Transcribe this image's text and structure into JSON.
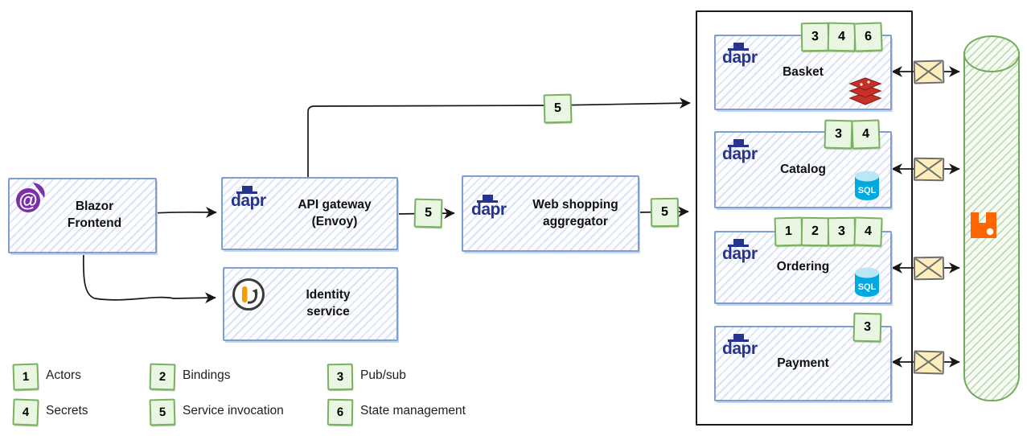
{
  "nodes": {
    "blazor": {
      "label": "Blazor\nFrontend"
    },
    "api_gateway": {
      "label": "API gateway\n(Envoy)"
    },
    "identity": {
      "label": "Identity\nservice"
    },
    "aggregator": {
      "label": "Web shopping\naggregator"
    }
  },
  "services": [
    {
      "name": "Basket",
      "badges": [
        "3",
        "4",
        "6"
      ],
      "datastore": "redis"
    },
    {
      "name": "Catalog",
      "badges": [
        "3",
        "4"
      ],
      "datastore": "sql"
    },
    {
      "name": "Ordering",
      "badges": [
        "1",
        "2",
        "3",
        "4"
      ],
      "datastore": "sql"
    },
    {
      "name": "Payment",
      "badges": [
        "3"
      ],
      "datastore": "none"
    }
  ],
  "connector_badges": {
    "gateway_to_services": "5",
    "gateway_to_aggregator": "5",
    "aggregator_to_services": "5"
  },
  "legend": [
    {
      "number": "1",
      "label": "Actors"
    },
    {
      "number": "2",
      "label": "Bindings"
    },
    {
      "number": "3",
      "label": "Pub/sub"
    },
    {
      "number": "4",
      "label": "Secrets"
    },
    {
      "number": "5",
      "label": "Service invocation"
    },
    {
      "number": "6",
      "label": "State management"
    }
  ],
  "dapr_text": "dapr",
  "sql_label": "SQL",
  "icon_names": [
    "blazor-icon",
    "dapr-logo",
    "identity-server-icon",
    "redis-icon",
    "sql-database-icon",
    "rabbitmq-icon",
    "message-envelope-icon",
    "message-bus-cylinder"
  ],
  "colors": {
    "dapr_navy": "#26348e",
    "box_blue_border": "#7e9fd4",
    "badge_green_fill": "#e9f7e2",
    "badge_green_border": "#7ab061",
    "cylinder_green": "#72ac58",
    "rabbitmq_orange": "#ff6600",
    "redis_red": "#c6302b",
    "sql_blue": "#00a9e0",
    "blazor_purple": "#7b2fa8",
    "identity_orange": "#f59d00",
    "envelope_fill": "#fdeebc",
    "arrow_black": "#161616"
  }
}
